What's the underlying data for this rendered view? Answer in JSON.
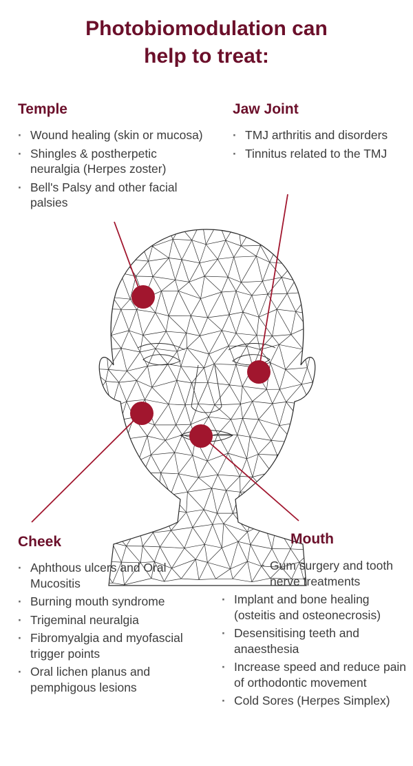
{
  "title": {
    "line1": "Photobiomodulation can",
    "line2": "help to treat:"
  },
  "colors": {
    "accent": "#6b0f2a",
    "marker": "#a1162e",
    "text": "#3c3c3c",
    "mesh": "#2a2a2a"
  },
  "sections": {
    "temple": {
      "heading": "Temple",
      "items": [
        "Wound healing (skin or mucosa)",
        "Shingles & postherpetic neuralgia (Herpes zoster)",
        "Bell's Palsy and other facial palsies"
      ]
    },
    "jaw": {
      "heading": "Jaw Joint",
      "items": [
        "TMJ arthritis and disorders",
        "Tinnitus related to the TMJ"
      ]
    },
    "cheek": {
      "heading": "Cheek",
      "items": [
        "Aphthous ulcers and Oral Mucositis",
        "Burning mouth syndrome",
        "Trigeminal neuralgia",
        "Fibromyalgia and myofascial trigger points",
        "Oral lichen planus and pemphigous lesions"
      ]
    },
    "mouth": {
      "heading": "Mouth",
      "items": [
        "Gum surgery and tooth nerve treatments",
        "Implant and bone healing (osteitis and osteonecrosis)",
        "Desensitising teeth and anaesthesia",
        "Increase speed and reduce pain of orthodontic movement",
        "Cold Sores (Herpes Simplex)"
      ]
    }
  }
}
